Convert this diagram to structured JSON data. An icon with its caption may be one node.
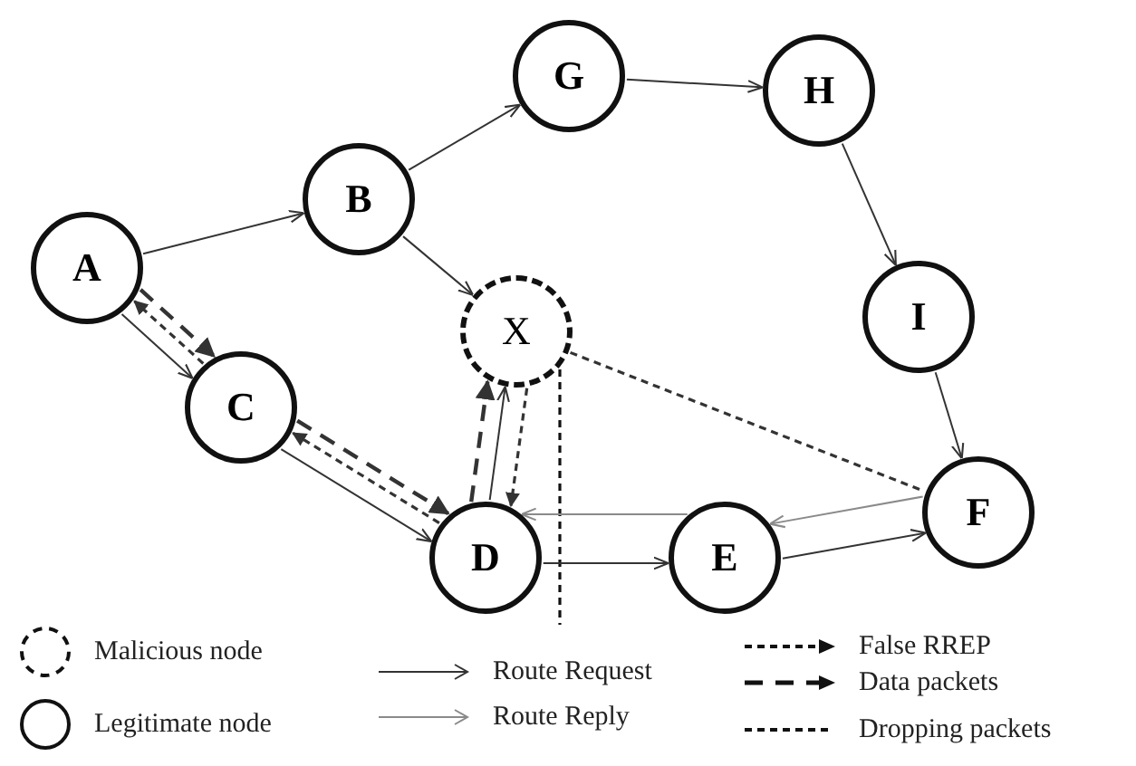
{
  "diagram": {
    "nodes": [
      {
        "text": [
          "A"
        ]
      },
      {
        "text": [
          "B"
        ]
      },
      {
        "text": [
          "G"
        ]
      },
      {
        "text": [
          "H"
        ]
      },
      {
        "text": [
          "I"
        ]
      },
      {
        "text": [
          "X"
        ]
      },
      {
        "text": [
          "C"
        ]
      },
      {
        "text": [
          "D"
        ]
      },
      {
        "text": [
          "E"
        ]
      },
      {
        "text": [
          "F"
        ]
      }
    ],
    "edges": [
      {
        "from": 0,
        "to": 1,
        "arrow": "to"
      },
      {
        "from": 1,
        "to": 2,
        "arrow": "to"
      },
      {
        "from": 2,
        "to": 3,
        "arrow": "to"
      },
      {
        "from": 3,
        "to": 4,
        "arrow": "to"
      },
      {
        "from": 4,
        "to": 9,
        "arrow": "to"
      },
      {
        "from": 1,
        "to": 5,
        "arrow": "to"
      },
      {
        "from": 0,
        "to": 6,
        "arrow": "to"
      },
      {
        "from": 6,
        "to": 0,
        "arrow": "to",
        "style": "dashed"
      },
      {
        "from": 0,
        "to": 6,
        "arrow": "to",
        "style": "dashed"
      },
      {
        "from": 6,
        "to": 7,
        "arrow": "to"
      },
      {
        "from": 7,
        "to": 6,
        "arrow": "to",
        "style": "dashed"
      },
      {
        "from": 6,
        "to": 7,
        "arrow": "to",
        "style": "dashed"
      },
      {
        "from": 7,
        "to": 5,
        "arrow": "to",
        "style": "dashed"
      },
      {
        "from": 7,
        "to": 5,
        "arrow": "to"
      },
      {
        "from": 5,
        "to": 7,
        "arrow": "to",
        "style": "dashed"
      },
      {
        "from": 5,
        "to": 9,
        "arrow": "none",
        "style": "dashed"
      },
      {
        "from": 9,
        "to": 8,
        "arrow": "to",
        "color": "#8a8a8a"
      },
      {
        "from": 8,
        "to": 7,
        "arrow": "to",
        "color": "#8a8a8a"
      },
      {
        "from": 7,
        "to": 8,
        "arrow": "to"
      },
      {
        "from": 8,
        "to": 9,
        "arrow": "to"
      }
    ],
    "legend": [
      {
        "text": "Malicious node"
      },
      {
        "text": "Legitimate node"
      },
      {
        "text": "Route Request"
      },
      {
        "text": "Route Reply"
      },
      {
        "text": "False RREP"
      },
      {
        "text": "Data packets"
      },
      {
        "text": "Dropping packets"
      }
    ]
  }
}
